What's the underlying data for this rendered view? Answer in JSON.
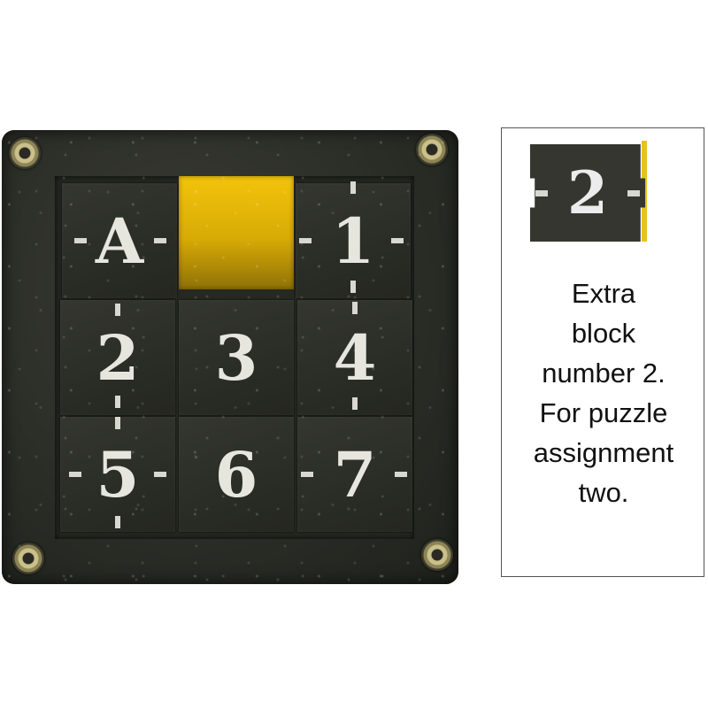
{
  "puzzle": {
    "tiles": [
      {
        "label": "A",
        "row": 0,
        "col": 0
      },
      {
        "label": "",
        "row": 0,
        "col": 1,
        "empty": true
      },
      {
        "label": "1",
        "row": 0,
        "col": 2
      },
      {
        "label": "2",
        "row": 1,
        "col": 0
      },
      {
        "label": "3",
        "row": 1,
        "col": 1
      },
      {
        "label": "4",
        "row": 1,
        "col": 2
      },
      {
        "label": "5",
        "row": 2,
        "col": 0
      },
      {
        "label": "6",
        "row": 2,
        "col": 1
      },
      {
        "label": "7",
        "row": 2,
        "col": 2
      }
    ],
    "empty_color": "#f2c40c",
    "board_color": "#2b2d27",
    "label_color": "#e6e6df"
  },
  "panel": {
    "extra_tile_label": "2",
    "caption_lines": [
      "Extra",
      "block",
      "number 2.",
      "For puzzle",
      "assignment",
      "two."
    ]
  }
}
